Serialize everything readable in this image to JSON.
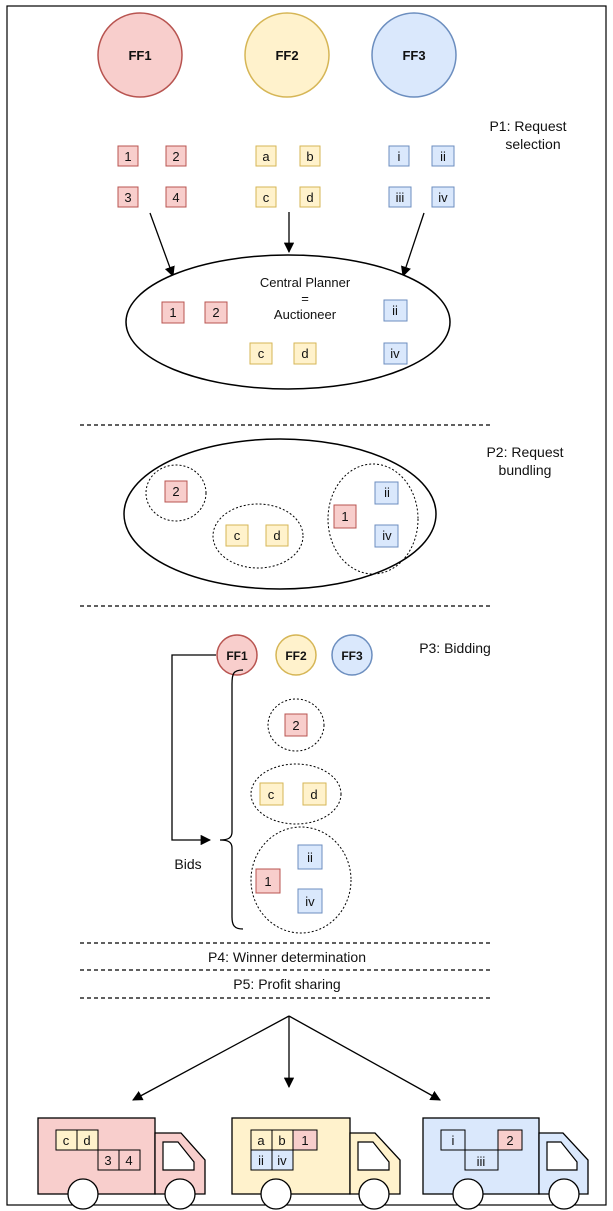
{
  "colors": {
    "red_fill": "#f8cecc",
    "red_stroke": "#b85450",
    "yellow_fill": "#fff2cc",
    "yellow_stroke": "#d6b656",
    "blue_fill": "#dae8fc",
    "blue_stroke": "#6c8ebf"
  },
  "companies": {
    "ff1": "FF1",
    "ff2": "FF2",
    "ff3": "FF3"
  },
  "requests": {
    "r1": "1",
    "r2": "2",
    "r3": "3",
    "r4": "4",
    "ra": "a",
    "rb": "b",
    "rc": "c",
    "rd": "d",
    "ri": "i",
    "rii": "ii",
    "riii": "iii",
    "riv": "iv"
  },
  "phases": {
    "p1_line1": "P1: Request",
    "p1_line2": "selection",
    "p2_line1": "P2: Request",
    "p2_line2": "bundling",
    "p3": "P3: Bidding",
    "p4": "P4: Winner determination",
    "p5": "P5: Profit sharing"
  },
  "central_planner": {
    "line1": "Central Planner",
    "line2": "=",
    "line3": "Auctioneer"
  },
  "bids_label": "Bids"
}
